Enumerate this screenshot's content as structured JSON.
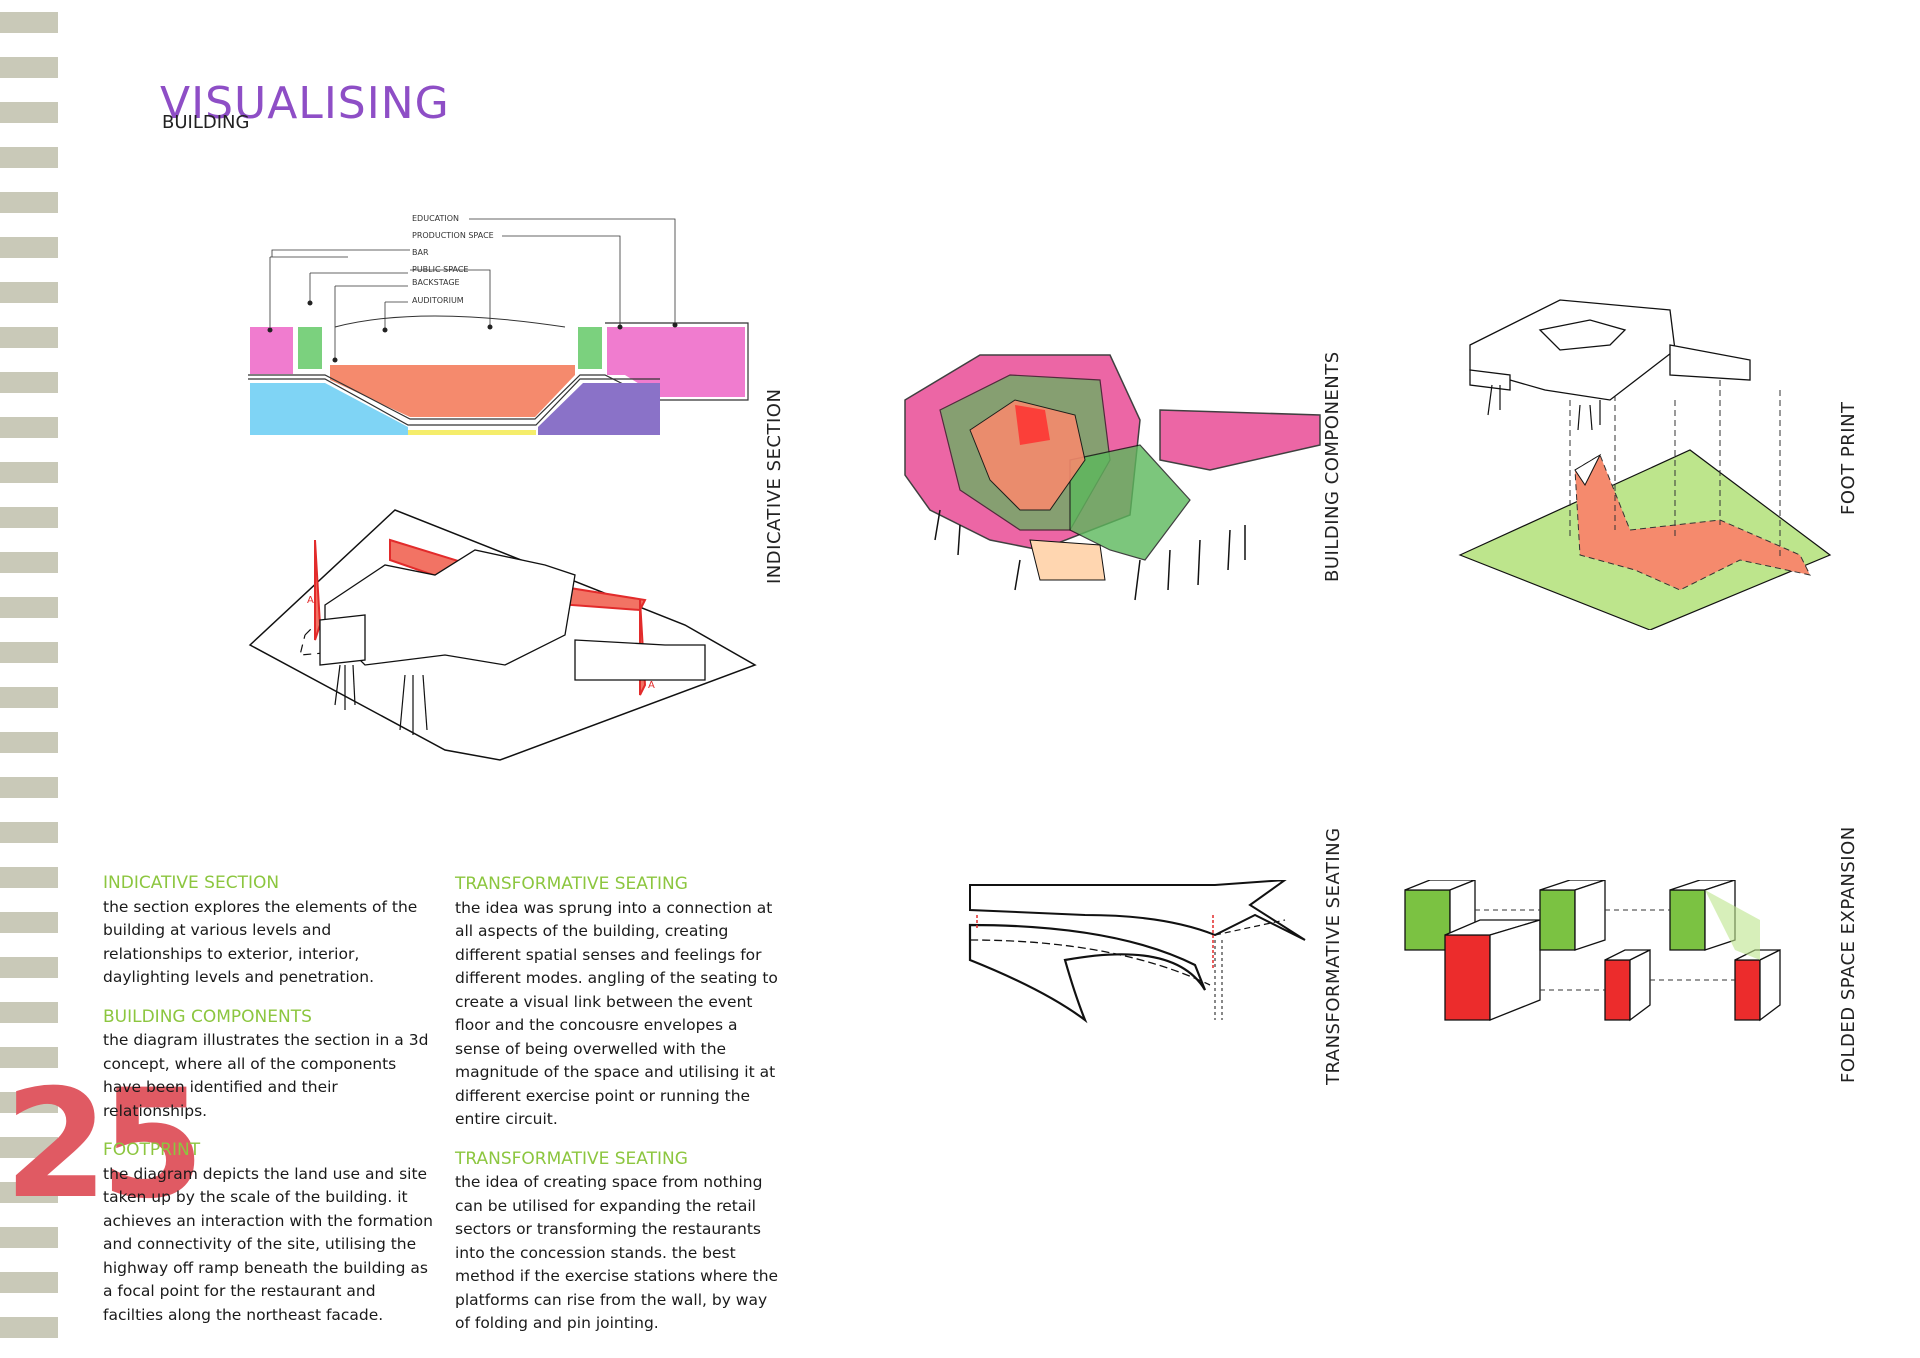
{
  "page": {
    "title": "VISUALISING",
    "subtitle": "BUILDING",
    "page_number": "25",
    "colors": {
      "accent_title": "#8e4ec6",
      "heading_green": "#8cc63f",
      "page_number_red": "#e05a63",
      "stripe": "#c9c9b8"
    }
  },
  "diagram_labels": {
    "indicative_section": "INDICATIVE SECTION",
    "building_components": "BUILDING COMPONENTS",
    "foot_print": "FOOT PRINT",
    "transformative_seating": "TRANSFORMATIVE SEATING",
    "folded_space_expansion": "FOLDED SPACE EXPANSION"
  },
  "section_legend": [
    "EDUCATION",
    "PRODUCTION SPACE",
    "BAR",
    "PUBLIC SPACE",
    "BACKSTAGE",
    "AUDITORIUM"
  ],
  "section_markers": {
    "left": "A",
    "right": "A"
  },
  "text_blocks": {
    "left": [
      {
        "heading": "INDICATIVE SECTION",
        "body": "the section explores the elements of the building at various levels and relationships to exterior, interior, daylighting levels and penetration."
      },
      {
        "heading": "BUILDING COMPONENTS",
        "body": "the diagram illustrates the section in a 3d concept, where all of the components have been identified and their relationships."
      },
      {
        "heading": "FOOTPRINT",
        "body": "the diagram depicts the land use and site taken up by the scale of the building. it achieves an interaction with the formation and connectivity of the site, utilising the highway off ramp beneath the building as a focal point for the restaurant and facilties along the northeast facade."
      }
    ],
    "right": [
      {
        "heading": "TRANSFORMATIVE SEATING",
        "body": "the idea was sprung into a connection at all aspects of the building, creating different spatial senses and feelings for different modes. angling of the seating to create a visual link between the event floor and the concousre envelopes a sense of being overwelled with the magnitude of the space and utilising it at different exercise point or running the entire circuit."
      },
      {
        "heading": "TRANSFORMATIVE SEATING",
        "body": "the idea of creating space from nothing can be utilised for expanding the retail sectors or transforming the restaurants into the concession stands. the best method if the exercise stations where the platforms can rise from the wall, by way of folding and pin jointing."
      }
    ]
  }
}
